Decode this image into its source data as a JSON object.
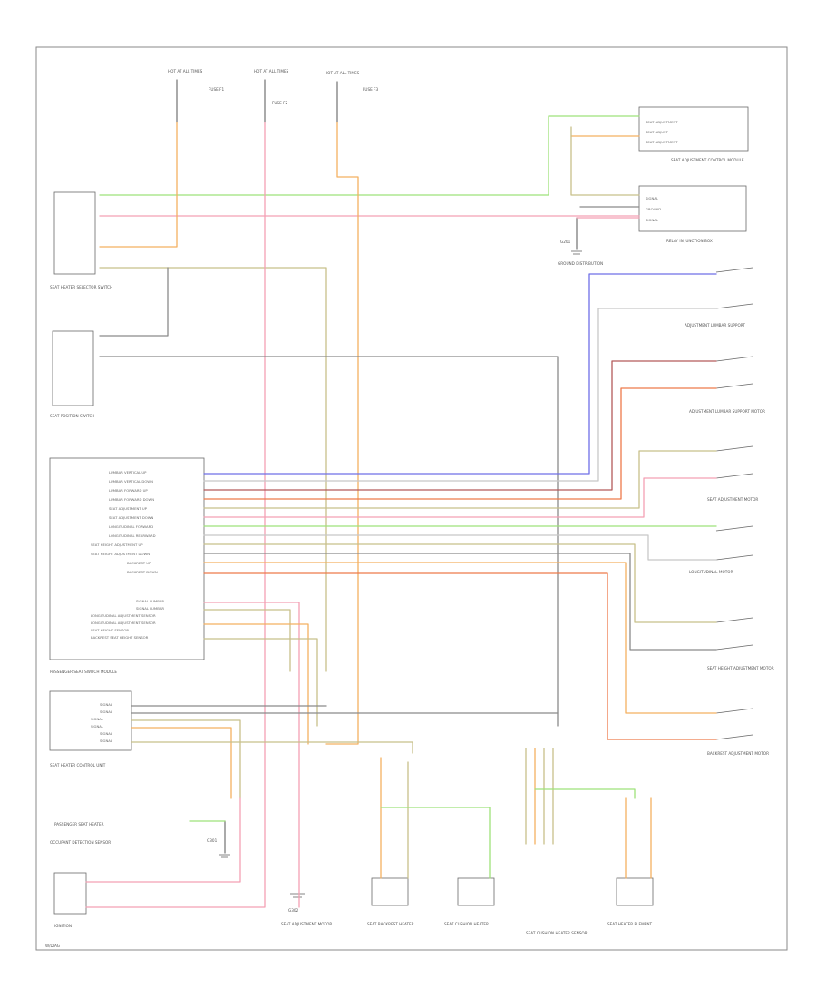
{
  "wire_colors": {
    "green": "#9ee27a",
    "pink": "#f3a0b4",
    "orange": "#f4b061",
    "olive": "#c8c08a",
    "blue": "#6f6fe8",
    "darkred": "#b35a5a",
    "redorange": "#ee7a4a",
    "gray": "#8a8a8a",
    "lightgray": "#c8c8c8"
  },
  "labels": {
    "power_1": "HOT AT ALL TIMES",
    "power_2": "HOT AT ALL TIMES",
    "power_3": "HOT AT ALL TIMES",
    "fuse_1": "FUSE F1",
    "fuse_2": "FUSE F2",
    "fuse_3": "FUSE F3",
    "module_top_right": "SEAT ADJUSTMENT CONTROL MODULE",
    "module_top_right_pins": [
      "SEAT ADJUSTMENT",
      "SEAT ADJUST",
      "SEAT ADJUSTMENT"
    ],
    "relay_pins": [
      "SIGNAL",
      "GROUND",
      "SIGNAL"
    ],
    "relay_name": "RELAY IN JUNCTION BOX",
    "ground_1": "G201",
    "ground_label": "GROUND DISTRIBUTION",
    "switch_1": "SEAT HEATER SELECTOR SWITCH",
    "switch_2": "SEAT POSITION SWITCH",
    "motor_top": "ADJUSTMENT LUMBAR SUPPORT",
    "motor_2": "ADJUSTMENT LUMBAR SUPPORT MOTOR",
    "motor_3": "SEAT ADJUSTMENT MOTOR",
    "motor_4": "LONGITUDINAL MOTOR",
    "motor_5": "SEAT HEIGHT ADJUSTMENT MOTOR",
    "motor_6": "BACKREST ADJUSTMENT MOTOR",
    "main_module": "PASSENGER SEAT SWITCH MODULE",
    "main_module_pins": [
      "LUMBAR VERTICAL UP",
      "LUMBAR VERTICAL DOWN",
      "LUMBAR FORWARD UP",
      "LUMBAR FORWARD DOWN",
      "SEAT ADJUSTMENT UP",
      "SEAT ADJUSTMENT DOWN",
      "LONGITUDINAL FORWARD",
      "LONGITUDINAL REARWARD",
      "SEAT HEIGHT ADJUSTMENT UP",
      "SEAT HEIGHT ADJUSTMENT DOWN",
      "BACKREST UP",
      "BACKREST DOWN"
    ],
    "main_module_pins_2": [
      "SIGNAL LUMBAR",
      "SIGNAL LUMBAR",
      "LONGITUDINAL ADJUSTMENT SENSOR",
      "LONGITUDINAL ADJUSTMENT SENSOR",
      "SEAT HEIGHT SENSOR",
      "BACKREST SEAT HEIGHT SENSOR"
    ],
    "heater_module": "SEAT HEATER CONTROL UNIT",
    "heater_pins": [
      "SIGNAL",
      "SIGNAL",
      "SIGNAL",
      "SIGNAL",
      "SIGNAL",
      "SIGNAL"
    ],
    "heater_switch": "PASSENGER SEAT HEATER",
    "occupant_detect": "OCCUPANT DETECTION SENSOR",
    "ground_2": "G301",
    "ground_3": "G302",
    "ignition": "IGNITION",
    "bottom_1": "SEAT BACKREST HEATER",
    "bottom_2": "SEAT CUSHION HEATER",
    "bottom_3": "SEAT CUSHION HEATER SENSOR",
    "bottom_4": "SEAT ADJUSTMENT MOTOR",
    "bottom_5": "SEAT HEATER ELEMENT",
    "footer": "W/DIAG"
  }
}
